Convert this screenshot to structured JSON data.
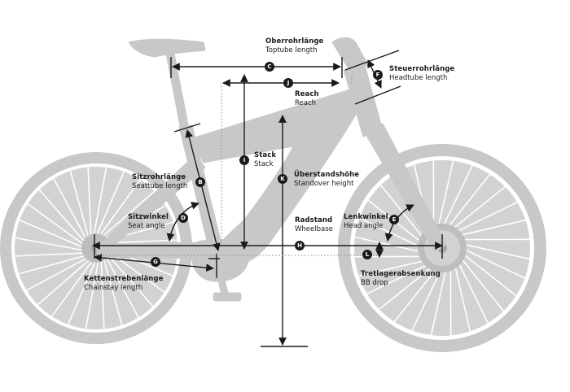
{
  "measurements": {
    "C": {
      "badge": "C",
      "de": "Oberrohrlänge",
      "en": "Toptube length"
    },
    "F": {
      "badge": "F",
      "de": "Steuerrohrlänge",
      "en": "Headtube length"
    },
    "J": {
      "badge": "J",
      "de": "Reach",
      "en": "Reach"
    },
    "I": {
      "badge": "I",
      "de": "Stack",
      "en": "Stack"
    },
    "K": {
      "badge": "K",
      "de": "Überstandshöhe",
      "en": "Standover height"
    },
    "B": {
      "badge": "B",
      "de": "Sitzrohrlänge",
      "en": "Seattube length"
    },
    "D": {
      "badge": "D",
      "de": "Sitzwinkel",
      "en": "Seat angle"
    },
    "E": {
      "badge": "E",
      "de": "Lenkwinkel",
      "en": "Head angle"
    },
    "H": {
      "badge": "H",
      "de": "Radstand",
      "en": "Wheelbase"
    },
    "G": {
      "badge": "G",
      "de": "Kettenstrebenlänge",
      "en": "Chainstay length"
    },
    "L": {
      "badge": "L",
      "de": "Tretlagerabsenkung",
      "en": "BB drop"
    }
  },
  "colors": {
    "bike": "#c8c8c8",
    "spoke": "#ffffff",
    "lines": "#1a1a1a",
    "background": "#ffffff"
  }
}
